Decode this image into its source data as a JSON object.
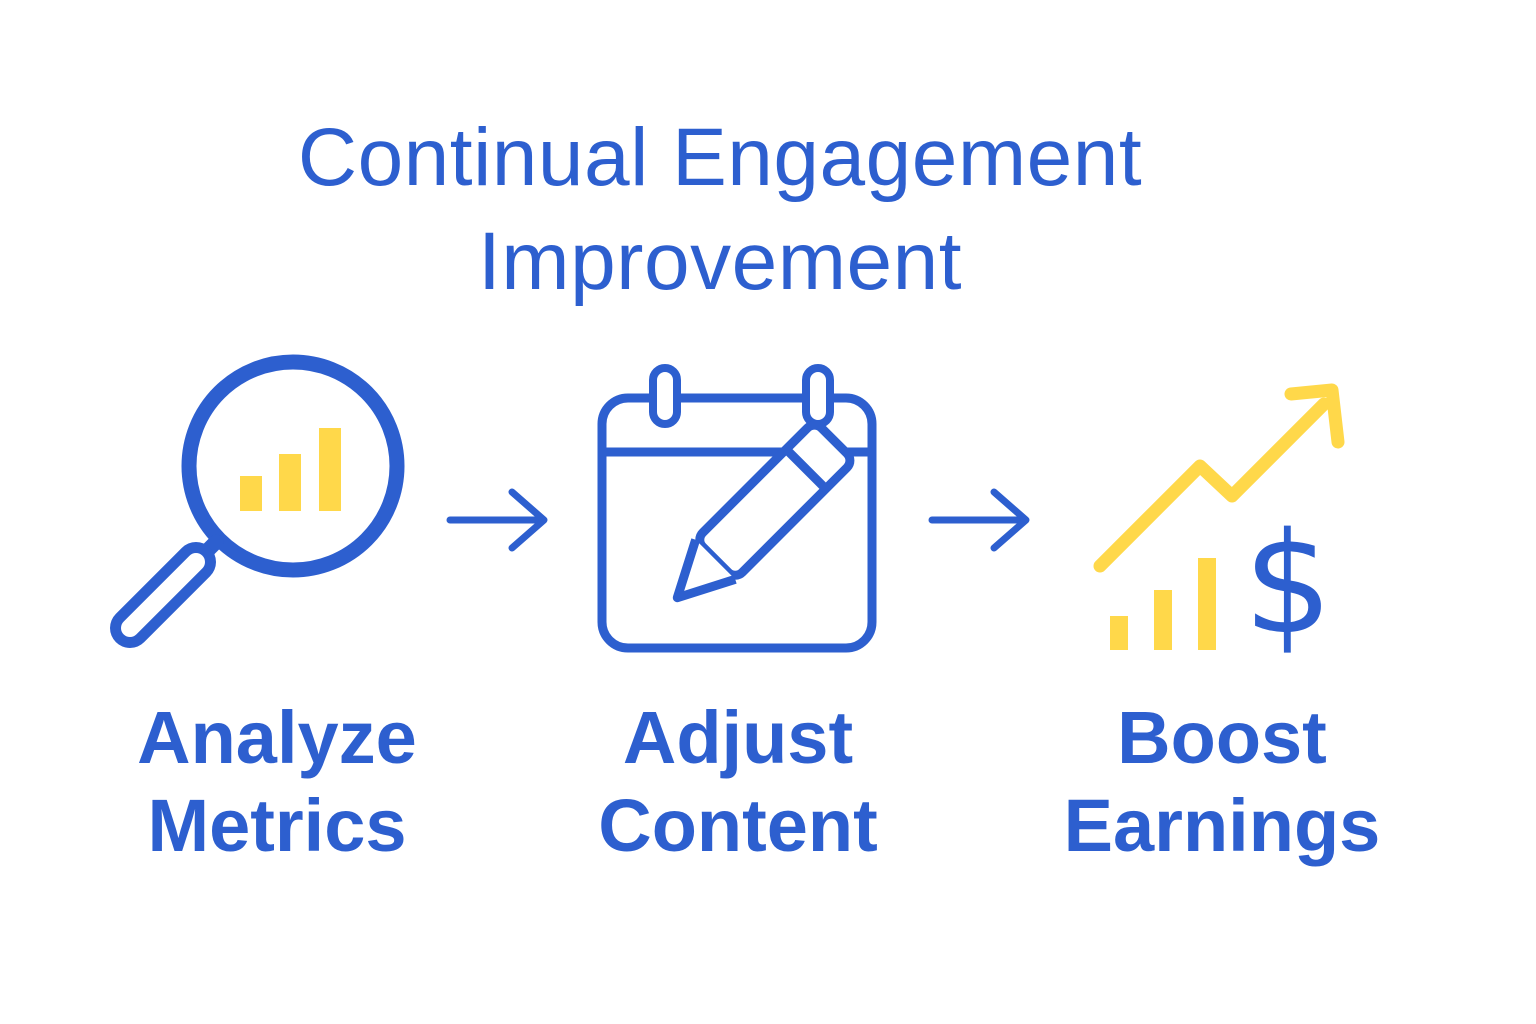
{
  "title": {
    "line1": "Continual Engagement",
    "line2": "Improvement"
  },
  "colors": {
    "primary_blue": "#2d5fcf",
    "accent_yellow": "#ffd84a",
    "background": "#ffffff"
  },
  "steps": [
    {
      "icon": "magnifier-chart-icon",
      "line1": "Analyze",
      "line2": "Metrics"
    },
    {
      "icon": "calendar-pencil-icon",
      "line1": "Adjust",
      "line2": "Content"
    },
    {
      "icon": "growth-dollar-icon",
      "line1": "Boost",
      "line2": "Earnings"
    }
  ],
  "connectors": [
    "arrow-right-icon",
    "arrow-right-icon"
  ]
}
